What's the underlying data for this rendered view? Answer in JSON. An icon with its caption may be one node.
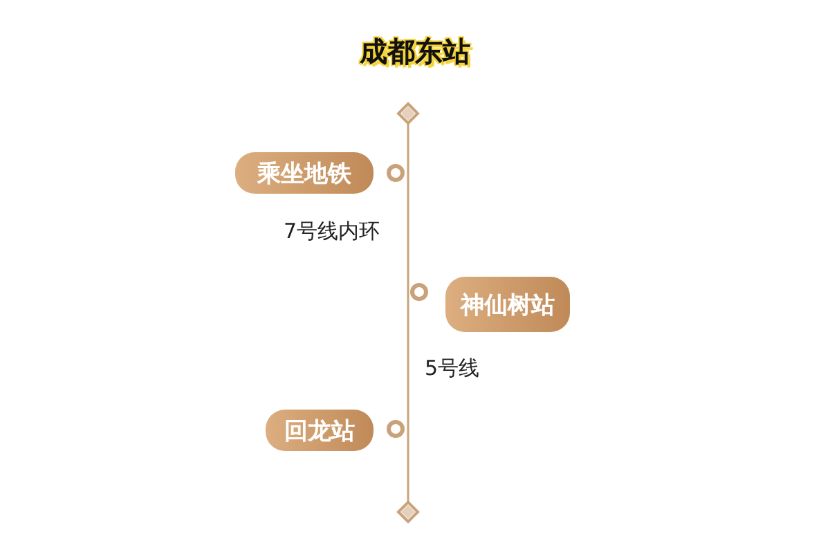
{
  "diagram": {
    "title": "成都东站",
    "nodes": [
      {
        "text": [
          "乘坐地铁"
        ]
      },
      {
        "text": [
          "神仙树站"
        ]
      },
      {
        "text": [
          "回龙站"
        ]
      }
    ],
    "labels": [
      "7号线内环",
      "5号线"
    ]
  }
}
